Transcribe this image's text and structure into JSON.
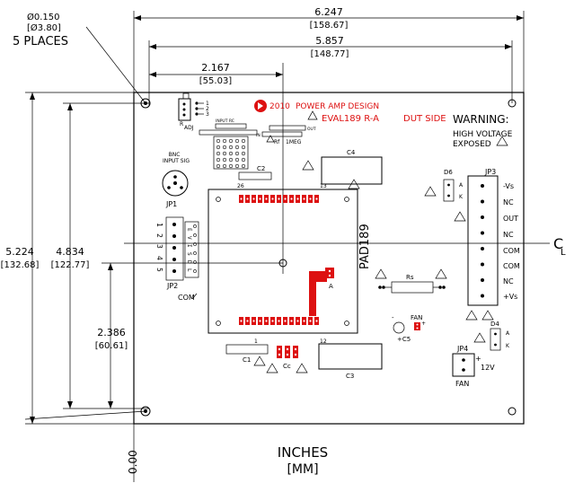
{
  "dimensions": {
    "hole": {
      "dia": "Ø0.150",
      "dia_mm": "[Ø3.80]",
      "places": "5 PLACES"
    },
    "overall_width": {
      "in": "6.247",
      "mm": "[158.67]"
    },
    "hole_span": {
      "in": "5.857",
      "mm": "[148.77]"
    },
    "center_x": {
      "in": "2.167",
      "mm": "[55.03]"
    },
    "overall_height": {
      "in": "5.224",
      "mm": "[132.68]"
    },
    "hole_height": {
      "in": "4.834",
      "mm": "[122.77]"
    },
    "center_y": {
      "in": "2.386",
      "mm": "[60.61]"
    },
    "origin": "0.00",
    "units_line1": "INCHES",
    "units_line2": "[MM]",
    "centerline": "C",
    "centerline_sub": "L"
  },
  "board": {
    "year": "2010",
    "brand": "POWER AMP DESIGN",
    "model": "EVAL189 R-A",
    "dut_side": "DUT SIDE",
    "warning": "WARNING:",
    "warning2": "HIGH VOLTAGE",
    "warning3": "EXPOSED",
    "adj_label": "ADJ",
    "r_adj_prefix": "R",
    "pot_pins": [
      "1",
      "2",
      "3"
    ],
    "input_rc": "INPUT RC",
    "rf_label": "Rf",
    "one_meg": "1MEG",
    "rf_out": "OUT",
    "rf_in": "IN",
    "bnc": "BNC",
    "input_sig": "INPUT SIG",
    "jp1": "JP1",
    "jp2": "JP2",
    "jp2_pins": [
      "1",
      "2",
      "3",
      "4",
      "5"
    ],
    "jp2_right": [
      "E",
      "V",
      "I",
      "S",
      "D",
      "L"
    ],
    "com": "COM",
    "c1": "C1",
    "c2": "C2",
    "c3": "C3",
    "c4": "C4",
    "c5": "+C5",
    "cc": "Cc",
    "rs": "Rs",
    "pad": "PAD189",
    "pin26": "26",
    "pin13": "13",
    "pin1": "1",
    "pin12": "12",
    "pin_a": "A",
    "d6": "D6",
    "d4": "D4",
    "diode_a": "A",
    "diode_k": "K",
    "jp3": "JP3",
    "jp3_pins": [
      "-Vs",
      "NC",
      "OUT",
      "NC",
      "COM",
      "COM",
      "NC",
      "+Vs"
    ],
    "jp4": "JP4",
    "fan_minus": "-",
    "fan": "FAN",
    "fan2": "FAN",
    "v12": "12V",
    "plus": "+"
  }
}
